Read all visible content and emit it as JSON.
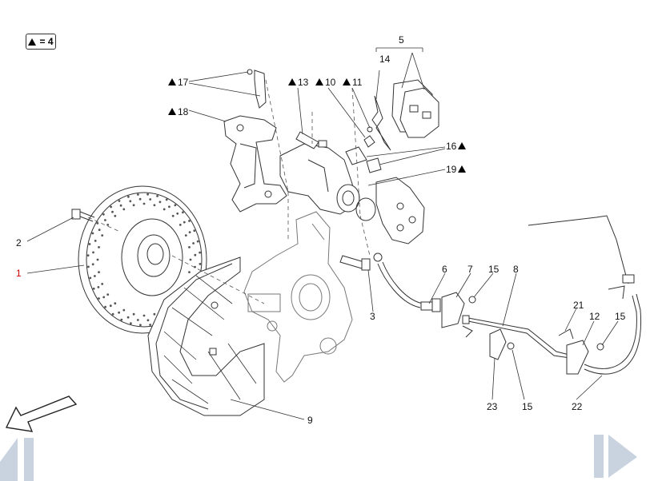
{
  "badge": {
    "symbol": "warning-triangle-icon",
    "text": "= 4"
  },
  "callouts": {
    "c1": "1",
    "c2": "2",
    "c3": "3",
    "c5": "5",
    "c6": "6",
    "c7": "7",
    "c8": "8",
    "c9": "9",
    "c10": "10",
    "c11": "11",
    "c12": "12",
    "c13": "13",
    "c14": "14",
    "c15a": "15",
    "c15b": "15",
    "c15c": "15",
    "c16": "16",
    "c17": "17",
    "c18": "18",
    "c19": "19",
    "c21": "21",
    "c22": "22",
    "c23": "23"
  },
  "colors": {
    "highlight_callout": "#d40000",
    "nav_arrow": "#c9d3e0",
    "line": "#333333"
  },
  "navigation": {
    "prev_icon": "previous-page-icon",
    "next_icon": "next-page-icon",
    "front_icon": "front-direction-arrow-icon"
  }
}
